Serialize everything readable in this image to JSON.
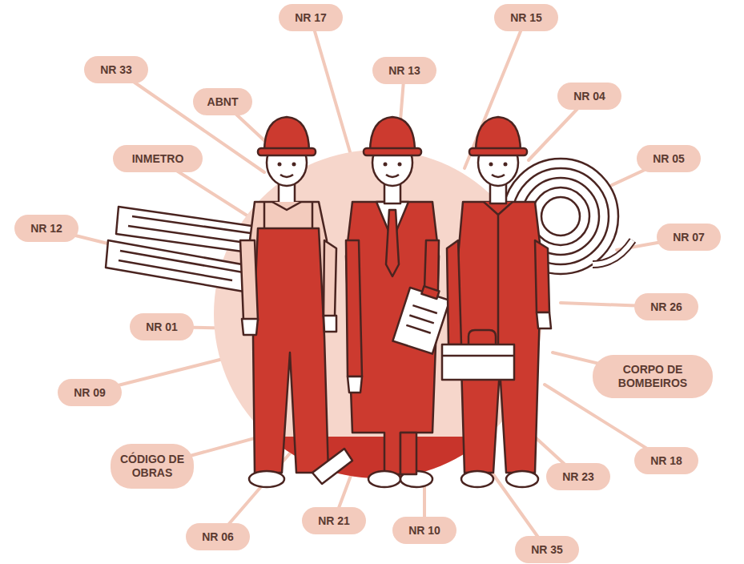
{
  "diagram": {
    "nodes": [
      {
        "text": [
          "NR 17"
        ]
      },
      {
        "text": [
          "NR 15"
        ]
      },
      {
        "text": [
          "NR 33"
        ]
      },
      {
        "text": [
          "NR 13"
        ]
      },
      {
        "text": [
          "ABNT"
        ]
      },
      {
        "text": [
          "NR 04"
        ]
      },
      {
        "text": [
          "INMETRO"
        ]
      },
      {
        "text": [
          "NR 05"
        ]
      },
      {
        "text": [
          "NR 12"
        ]
      },
      {
        "text": [
          "NR 07"
        ]
      },
      {
        "text": [
          "NR 26"
        ]
      },
      {
        "text": [
          "NR 01"
        ]
      },
      {
        "text": [
          "CORPO DE BOMBEIROS"
        ]
      },
      {
        "text": [
          "NR 09"
        ]
      },
      {
        "text": [
          "NR 18"
        ]
      },
      {
        "text": [
          "CÓDIGO DE OBRAS"
        ]
      },
      {
        "text": [
          "NR 23"
        ]
      },
      {
        "text": [
          "NR 21"
        ]
      },
      {
        "text": [
          "NR 10"
        ]
      },
      {
        "text": [
          "NR 06"
        ]
      },
      {
        "text": [
          "NR 35"
        ]
      }
    ]
  }
}
